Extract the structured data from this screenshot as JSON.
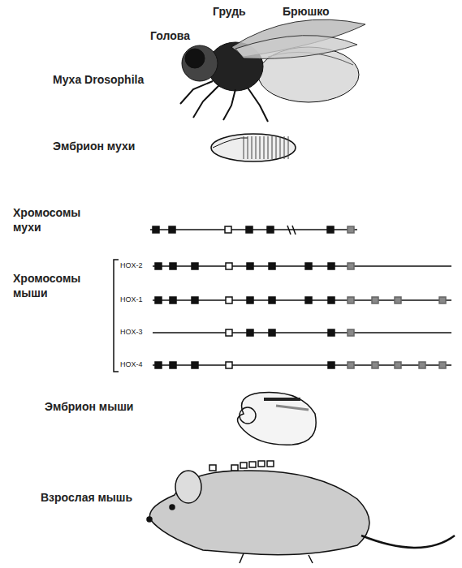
{
  "diagram": {
    "labels": [
      "Голова",
      "Грудь",
      "Брюшко",
      "Муха Drosophila",
      "Эмбрион мухи",
      "Хромосомы мухи",
      "Хромосомы мыши",
      "HOX-2",
      "HOX-1",
      "HOX-3",
      "HOX-4",
      "Эмбрион мыши",
      "Взрослая мышь"
    ]
  }
}
